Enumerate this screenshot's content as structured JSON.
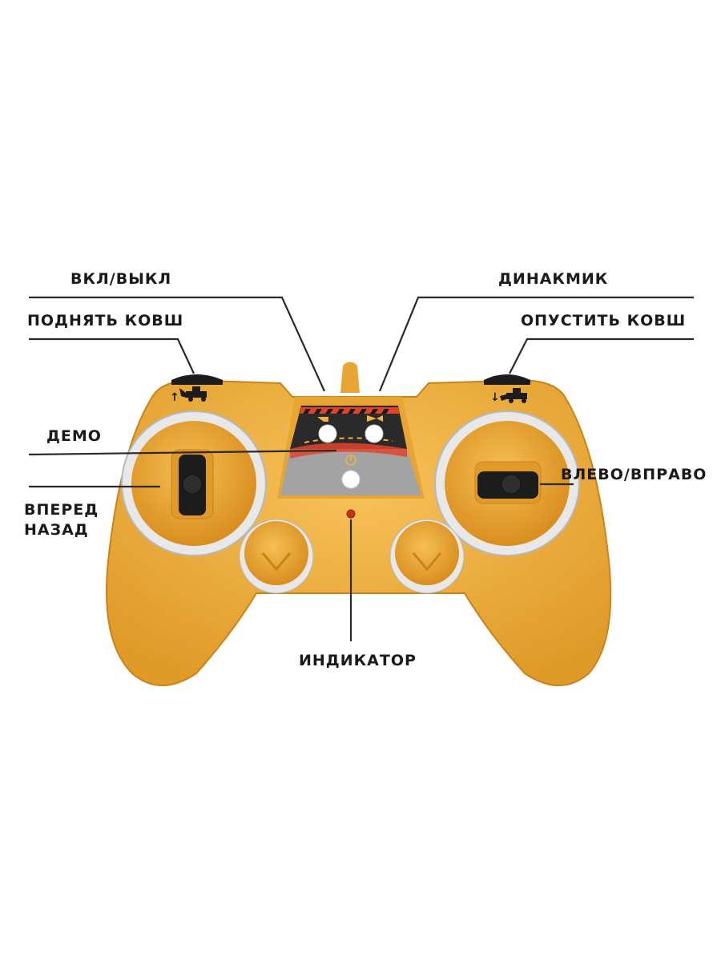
{
  "labels": {
    "power": "ВКЛ/ВЫКЛ",
    "speaker": "ДИНАКМИК",
    "raise_bucket": "ПОДНЯТЬ КОВШ",
    "lower_bucket": "ОПУСТИТЬ КОВШ",
    "demo": "ДЕМО",
    "left_right": "ВЛЕВО/ВПРАВО",
    "forward": "ВПЕРЕД",
    "backward": "НАЗАД",
    "indicator": "ИНДИКАТОР"
  },
  "shoulder_arrows": {
    "left": "↑",
    "right": "↓"
  },
  "colors": {
    "body": "#F2B13E",
    "body_shadow": "#D9921F",
    "ring": "#D6D6D6",
    "stick": "#1C1C1C",
    "panel_dark": "#2A2A2A",
    "panel_grey": "#9A9A9A",
    "stripe_red": "#E0452B",
    "led": "#C1361B",
    "line": "#2A2A2A"
  },
  "icons": [
    "power-icon",
    "horn-icon",
    "loader-icon"
  ]
}
